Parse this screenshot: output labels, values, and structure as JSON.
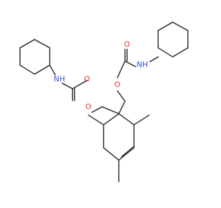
{
  "colors": {
    "bond": "#3a3a3a",
    "oxygen": "#e8302a",
    "nitrogen": "#3050e0",
    "background": "#ffffff"
  },
  "labels": {
    "o_carbonyl_left": "O",
    "o_ether_left": "O",
    "nh_left": "NH",
    "o_carbonyl_right": "O",
    "o_ether_right": "O",
    "nh_right": "NH"
  }
}
